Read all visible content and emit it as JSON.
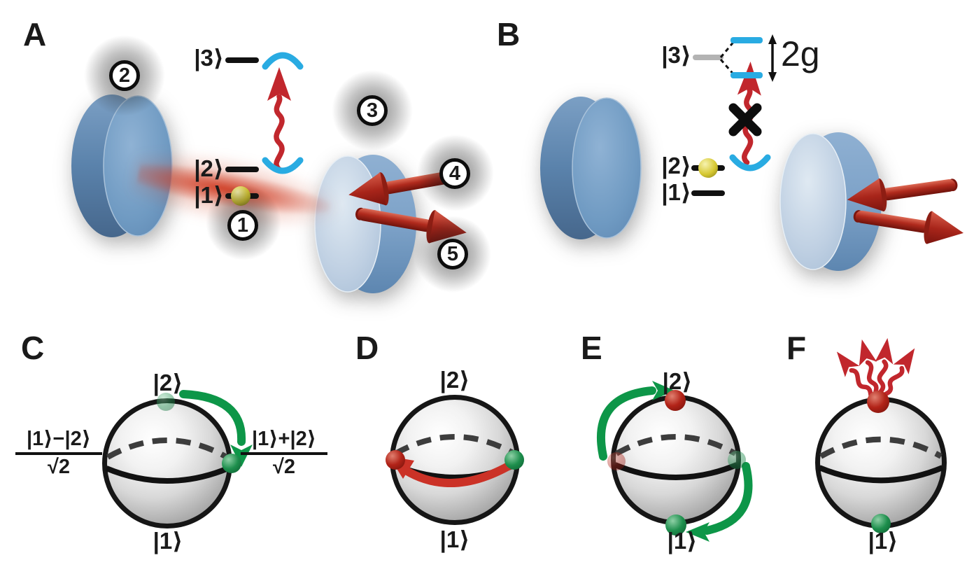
{
  "figure": {
    "type": "cavity-qed-single-photon-figure",
    "background": "#ffffff"
  },
  "colors": {
    "red_arrow": "#c1272d",
    "cyan_bracket": "#29abe2",
    "green_arrow": "#0d9648",
    "mirror_blue": "#6e9ac4",
    "mirror_light_face": "#c9d9e8",
    "atom_yellow": "#d6c832",
    "green_ball": "#1e8f4d",
    "red_ball": "#a91f14",
    "gray_level": "#b3b3b3",
    "sphere_outline": "#161616"
  },
  "icons": {
    "circled-marker": "numbered black circle",
    "cavity-mirror": "blue 3d disc",
    "atom": "yellow sphere",
    "cavity-bracket-icon": "⌣",
    "pump-wavy-arrow-icon": "wavy ↑",
    "blocked-x-icon": "✕",
    "splitting-double-arrow-icon": "↕",
    "photon-arrow-icon": "➤ 3d red arrow",
    "bloch-sphere": "gray sphere",
    "rotation-arrow-green-icon": "↷",
    "rotation-arrow-red-icon": "↶",
    "decay-arrows-icon": "wavy arrows fanning up"
  },
  "panels": {
    "a": {
      "label": "A",
      "markers": {
        "m1": "1",
        "m2": "2",
        "m3": "3",
        "m4": "4",
        "m5": "5"
      },
      "levels": {
        "l3": "|3⟩",
        "l2": "|2⟩",
        "l1": "|1⟩"
      }
    },
    "b": {
      "label": "B",
      "levels": {
        "l3": "|3⟩",
        "l2": "|2⟩",
        "l1": "|1⟩"
      },
      "splitting": "2g"
    },
    "c": {
      "label": "C",
      "pole_top": "|2⟩",
      "pole_bottom": "|1⟩",
      "left_state": {
        "num": "|1⟩−|2⟩",
        "sqrt": "√",
        "arg": "2"
      },
      "right_state": {
        "num": "|1⟩+|2⟩",
        "sqrt": "√",
        "arg": "2"
      }
    },
    "d": {
      "label": "D",
      "pole_top": "|2⟩",
      "pole_bottom": "|1⟩"
    },
    "e": {
      "label": "E",
      "pole_top": "|2⟩",
      "pole_bottom": "|1⟩"
    },
    "f": {
      "label": "F",
      "pole_bottom": "|1⟩"
    }
  }
}
